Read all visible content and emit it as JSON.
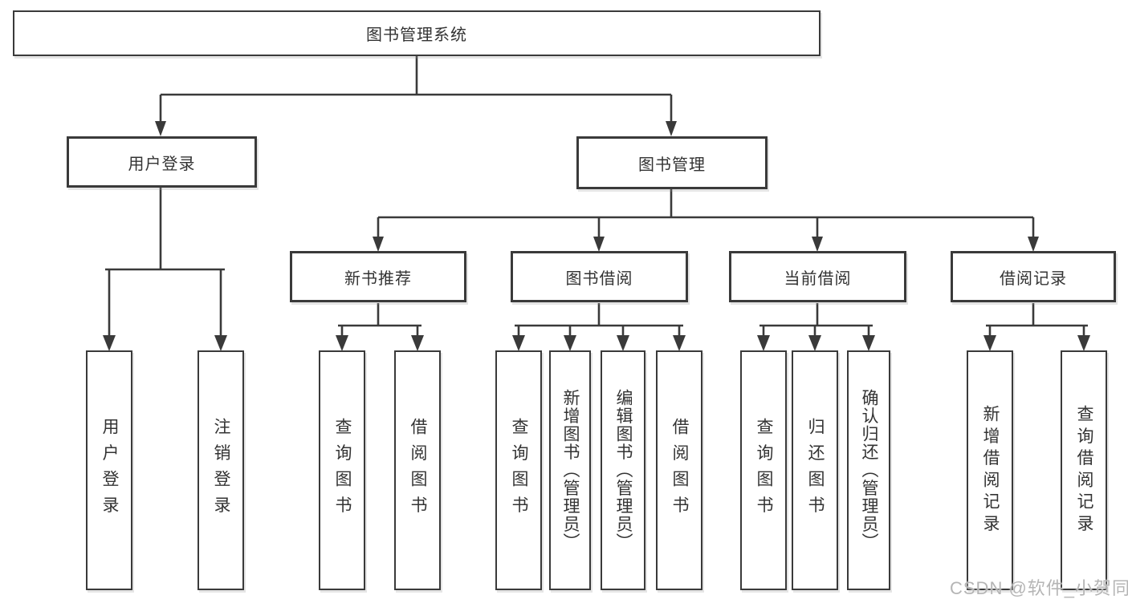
{
  "diagram": {
    "root": {
      "label": "图书管理系统"
    },
    "level2": [
      {
        "id": "user-login",
        "label": "用户登录",
        "parent": "图书管理系统"
      },
      {
        "id": "book-management",
        "label": "图书管理",
        "parent": "图书管理系统"
      }
    ],
    "level3": [
      {
        "id": "new-book-recommendation",
        "label": "新书推荐",
        "parent": "图书管理"
      },
      {
        "id": "book-borrowing",
        "label": "图书借阅",
        "parent": "图书管理"
      },
      {
        "id": "current-borrowing",
        "label": "当前借阅",
        "parent": "图书管理"
      },
      {
        "id": "borrowing-records",
        "label": "借阅记录",
        "parent": "图书管理"
      }
    ],
    "leaves": [
      {
        "label": "用户登录",
        "parent": "用户登录"
      },
      {
        "label": "注销登录",
        "parent": "用户登录"
      },
      {
        "label": "查询图书",
        "parent": "新书推荐"
      },
      {
        "label": "借阅图书",
        "parent": "新书推荐"
      },
      {
        "label": "查询图书",
        "parent": "图书借阅"
      },
      {
        "label": "新增图书（管理员）",
        "parent": "图书借阅"
      },
      {
        "label": "编辑图书（管理员）",
        "parent": "图书借阅"
      },
      {
        "label": "借阅图书",
        "parent": "图书借阅"
      },
      {
        "label": "查询图书",
        "parent": "当前借阅"
      },
      {
        "label": "归还图书",
        "parent": "当前借阅"
      },
      {
        "label": "确认归还（管理员）",
        "parent": "当前借阅"
      },
      {
        "label": "新增借阅记录",
        "parent": "借阅记录"
      },
      {
        "label": "查询借阅记录",
        "parent": "借阅记录"
      }
    ],
    "watermark": "CSDN @软件_小贺同学",
    "colors": {
      "line": "#3a3a3a",
      "text": "#333333",
      "watermark": "#b5b5b5",
      "background": "#ffffff"
    }
  }
}
